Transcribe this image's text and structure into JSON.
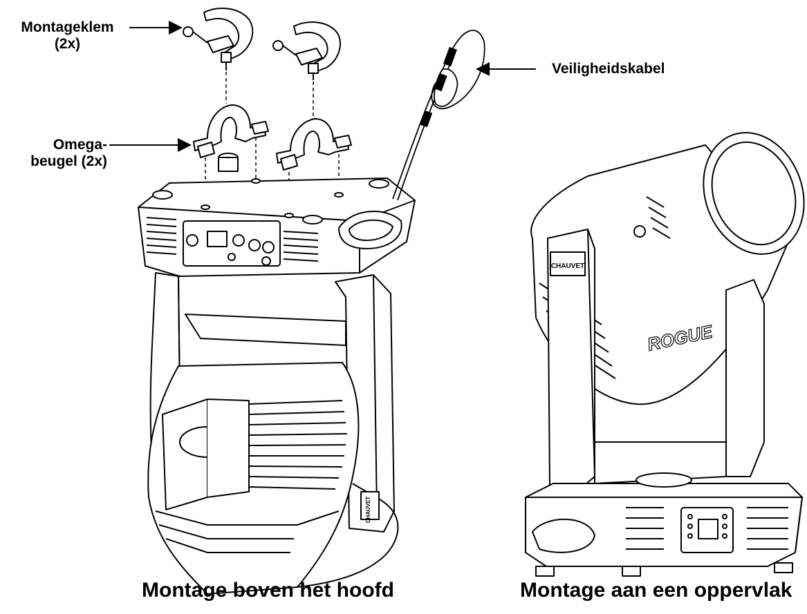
{
  "callouts": {
    "clamp": {
      "line1": "Montageklem",
      "line2": "(2x)"
    },
    "omega": {
      "line1": "Omega-",
      "line2": "beugel (2x)"
    },
    "safety_cable": "Veiligheidskabel"
  },
  "captions": {
    "overhead": "Montage boven het hoofd",
    "surface": "Montage aan een oppervlak"
  },
  "logos": {
    "brand_left": "CHAUVET",
    "brand_right": "CHAUVET",
    "model_right": "ROGUE"
  },
  "colors": {
    "line": "#000000",
    "background": "#ffffff"
  }
}
